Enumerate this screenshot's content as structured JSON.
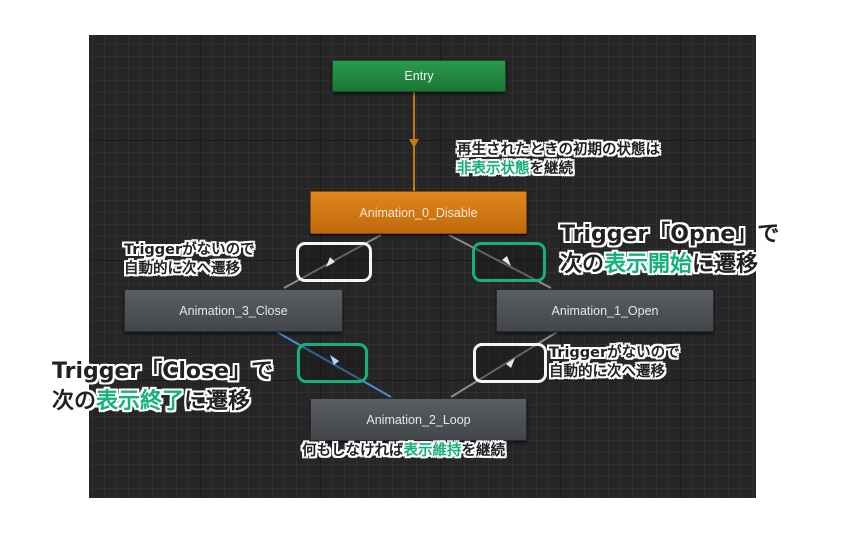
{
  "nodes": {
    "entry": "Entry",
    "disable": "Animation_0_Disable",
    "open": "Animation_1_Open",
    "loop": "Animation_2_Loop",
    "close": "Animation_3_Close"
  },
  "notes": {
    "initial": {
      "l1": "再生されたときの初期の状態は",
      "l2_hl": "非表示状態",
      "l2_rest": "を継続"
    },
    "trigger_open": {
      "l1": "Trigger「Opne」で",
      "l2_pre": "次の",
      "l2_hl": "表示開始",
      "l2_post": "に遷移"
    },
    "no_trigger_left": {
      "l1": "Triggerがないので",
      "l2": "自動的に次へ遷移"
    },
    "no_trigger_right": {
      "l1": "Triggerがないので",
      "l2": "自動的に次へ遷移"
    },
    "trigger_close": {
      "l1": "Trigger「Close」で",
      "l2_pre": "次の",
      "l2_hl": "表示終了",
      "l2_post": "に遷移"
    },
    "loop": {
      "pre": "何もしなければ",
      "hl": "表示維持",
      "post": "を継続"
    }
  },
  "colors": {
    "canvas": "#262626",
    "highlight": "#13b27a",
    "transition_default": "#8c8c8c",
    "transition_selected": "#4a8ad8",
    "entry_link": "#c77a10"
  }
}
